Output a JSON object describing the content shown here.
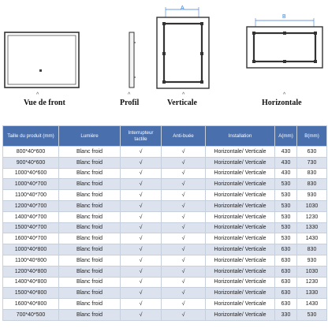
{
  "views": {
    "front_label": "Vue de front",
    "profile_label": "Profil",
    "vertical_label": "Verticale",
    "horizontal_label": "Horizontale",
    "dim_a": "A",
    "dim_b": "B"
  },
  "table": {
    "headers": [
      "Taille du produit (mm)",
      "Lumière",
      "Interrupteur tactile",
      "Anti-buée",
      "Installation",
      "A(mm)",
      "B(mm)"
    ],
    "rows": [
      [
        "800*40*600",
        "Blanc froid",
        "√",
        "√",
        "Horizontale/ Verticale",
        "430",
        "630"
      ],
      [
        "900*40*600",
        "Blanc froid",
        "√",
        "√",
        "Horizontale/ Verticale",
        "430",
        "730"
      ],
      [
        "1000*40*600",
        "Blanc froid",
        "√",
        "√",
        "Horizontale/ Verticale",
        "430",
        "830"
      ],
      [
        "1000*40*700",
        "Blanc froid",
        "√",
        "√",
        "Horizontale/ Verticale",
        "530",
        "830"
      ],
      [
        "1100*40*700",
        "Blanc froid",
        "√",
        "√",
        "Horizontale/ Verticale",
        "530",
        "930"
      ],
      [
        "1200*40*700",
        "Blanc froid",
        "√",
        "√",
        "Horizontale/ Verticale",
        "530",
        "1030"
      ],
      [
        "1400*40*700",
        "Blanc froid",
        "√",
        "√",
        "Horizontale/ Verticale",
        "530",
        "1230"
      ],
      [
        "1500*40*700",
        "Blanc froid",
        "√",
        "√",
        "Horizontale/ Verticale",
        "530",
        "1330"
      ],
      [
        "1600*40*700",
        "Blanc froid",
        "√",
        "√",
        "Horizontale/ Verticale",
        "530",
        "1430"
      ],
      [
        "1000*40*800",
        "Blanc froid",
        "√",
        "√",
        "Horizontale/ Verticale",
        "630",
        "830"
      ],
      [
        "1100*40*800",
        "Blanc froid",
        "√",
        "√",
        "Horizontale/ Verticale",
        "630",
        "930"
      ],
      [
        "1200*40*800",
        "Blanc froid",
        "√",
        "√",
        "Horizontale/ Verticale",
        "630",
        "1030"
      ],
      [
        "1400*40*800",
        "Blanc froid",
        "√",
        "√",
        "Horizontale/ Verticale",
        "630",
        "1230"
      ],
      [
        "1500*40*800",
        "Blanc froid",
        "√",
        "√",
        "Horizontale/ Verticale",
        "630",
        "1330"
      ],
      [
        "1600*40*800",
        "Blanc froid",
        "√",
        "√",
        "Horizontale/ Verticale",
        "630",
        "1430"
      ],
      [
        "700*40*500",
        "Blanc froid",
        "√",
        "√",
        "Horizontale/ Verticale",
        "330",
        "530"
      ]
    ]
  },
  "colors": {
    "header_bg": "#4a6fad",
    "stripe_bg": "#dde3ee",
    "dimension_line": "#3c7fd6"
  },
  "icons": [
    "mirror-front-icon",
    "mirror-profile-icon",
    "mirror-vertical-back-icon",
    "mirror-horizontal-back-icon"
  ]
}
